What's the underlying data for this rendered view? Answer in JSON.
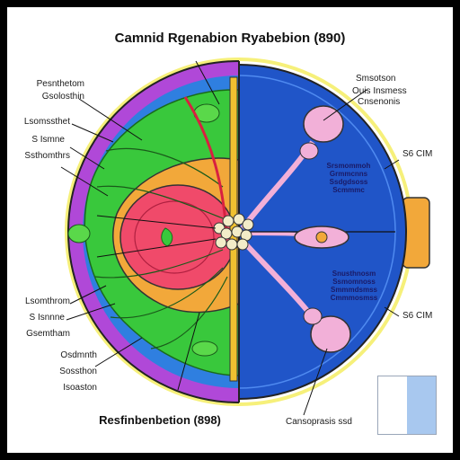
{
  "title": "Camnid Rgenabion Ryabebion (890)",
  "footer_title": "Resfinbenbetion (898)",
  "colors": {
    "outer_ring": "#b048d8",
    "green_zone": "#39c83c",
    "orange_zone": "#f2a83a",
    "red_core": "#f04a6a",
    "blue_half": "#2055c8",
    "yellow_rod": "#f0c030",
    "pink_node": "#f2b0d8"
  },
  "labels": {
    "left_1a": "Pesnthetom",
    "left_1b": "Gsolosthin",
    "left_2a": "Lsomssthet",
    "left_2b": "S Ismne",
    "left_2c": "Ssthomthrs",
    "left_3a": "Lsomthrom",
    "left_3b": "S Isnnne",
    "left_3c": "Gsemtham",
    "bottom_1a": "Osdmnth",
    "bottom_1b": "Sossthon",
    "bottom_1c": "Isoaston",
    "top_right_a": "Smsotson",
    "top_right_b": "Ouis Insmess",
    "top_right_c": "Cnsenonis",
    "right_1": "S6 CIM",
    "right_2": "S6 CIM",
    "bottom_right": "Cansoprasis ssd",
    "inner_1a": "Srsmommoh",
    "inner_1b": "Grmmcnns",
    "inner_1c": "Ssdgdsoss",
    "inner_1d": "Scmmmc",
    "inner_2a": "Snusthnosm",
    "inner_2b": "Ssmomnoss",
    "inner_2c": "Smmmdsmss",
    "inner_2d": "Cmmmosmss"
  }
}
